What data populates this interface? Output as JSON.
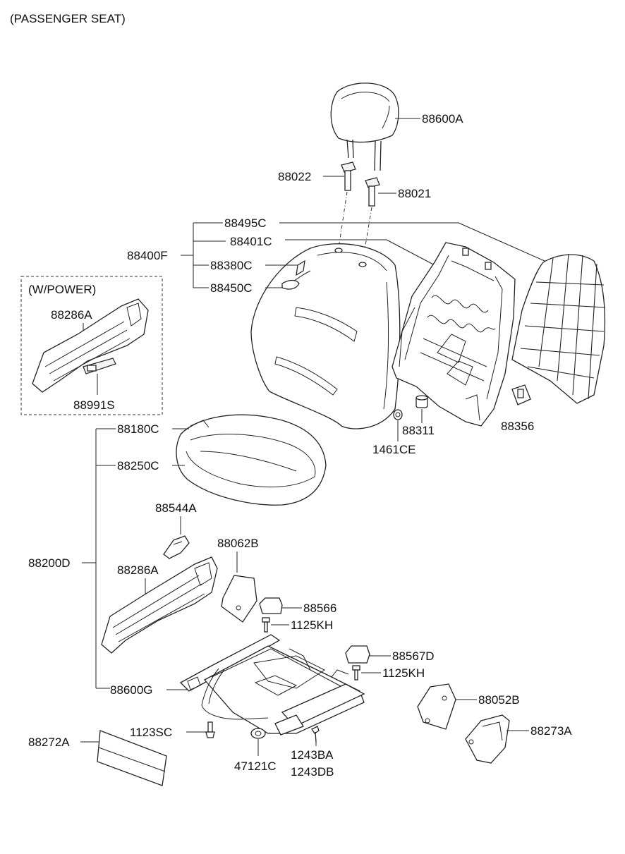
{
  "title": "(PASSENGER SEAT)",
  "power_box_label": "(W/POWER)",
  "labels": {
    "p88600A": "88600A",
    "p88022": "88022",
    "p88021": "88021",
    "p88495C": "88495C",
    "p88401C": "88401C",
    "p88400F": "88400F",
    "p88380C": "88380C",
    "p88450C": "88450C",
    "p88286A_power": "88286A",
    "p88991S": "88991S",
    "p88311": "88311",
    "p1461CE": "1461CE",
    "p88356": "88356",
    "p88180C": "88180C",
    "p88250C": "88250C",
    "p88544A": "88544A",
    "p88062B": "88062B",
    "p88200D": "88200D",
    "p88286A": "88286A",
    "p88566": "88566",
    "p1125KH_a": "1125KH",
    "p88567D": "88567D",
    "p1125KH_b": "1125KH",
    "p88600G": "88600G",
    "p88052B": "88052B",
    "p1123SC": "1123SC",
    "p88273A": "88273A",
    "p88272A": "88272A",
    "p47121C": "47121C",
    "p1243BA": "1243BA",
    "p1243DB": "1243DB"
  }
}
